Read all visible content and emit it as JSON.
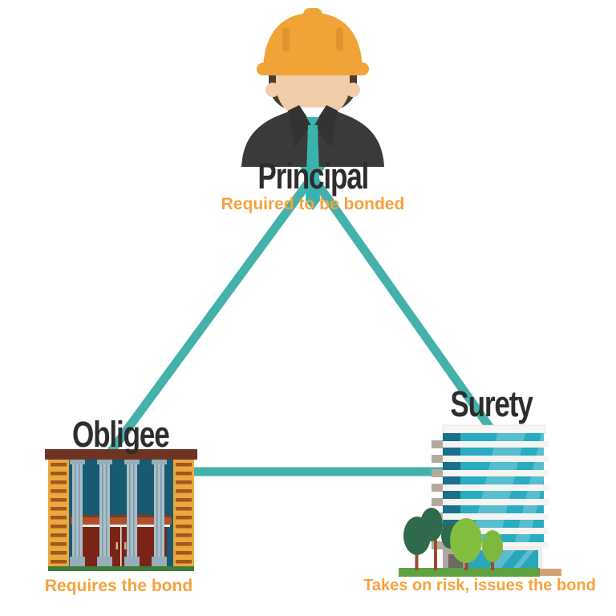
{
  "diagram": {
    "background": "#FFFFFF",
    "nodes": {
      "principal": {
        "label": "Principal",
        "subtitle": "Required to be bonded",
        "icon": "construction-worker-icon"
      },
      "obligee": {
        "label": "Obligee",
        "subtitle": "Requires the bond",
        "icon": "courthouse-building-icon"
      },
      "surety": {
        "label": "Surety",
        "subtitle": "Takes on risk, issues the bond",
        "icon": "office-building-icon"
      }
    },
    "edges": [
      {
        "from": "Principal",
        "to": "Obligee"
      },
      {
        "from": "Principal",
        "to": "Surety"
      },
      {
        "from": "Obligee",
        "to": "Surety"
      }
    ],
    "colors": {
      "connector": "#45B1AB",
      "subtitle_orange": "#F6A23C",
      "label_black": "#2D2D2D",
      "tie_teal": "#3AB3AE",
      "helmet_orange": "#F0A437",
      "suit_charcoal": "#3A3A3A",
      "skin_tan": "#F2CDA9",
      "obligee_brick": "#E9A93E",
      "obligee_interior": "#175A72",
      "obligee_roof": "#6E3423",
      "obligee_door": "#7A2418",
      "surety_window": "#29ABC1",
      "surety_window_dark": "#19708A",
      "tree_dark_green": "#2E6A4B",
      "tree_light_green": "#83BE41",
      "grass_green": "#5FA242"
    }
  }
}
